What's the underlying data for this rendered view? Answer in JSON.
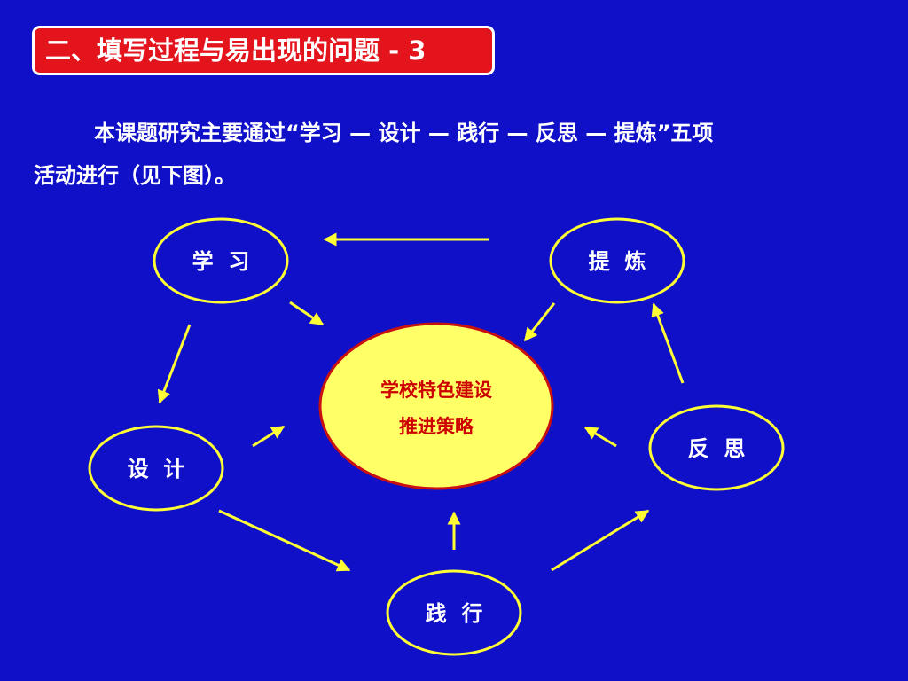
{
  "header": {
    "title": "二、填写过程与易出现的问题 - 3"
  },
  "intro": {
    "line1": "本课题研究主要通过“学习 — 设计 — 践行 — 反思 — 提炼”五项",
    "line2": "活动进行（见下图）。"
  },
  "diagram": {
    "nodes": {
      "study": "学  习",
      "refine": "提  炼",
      "design": "设  计",
      "reflect": "反  思",
      "practice": "践  行"
    },
    "center": {
      "line1": "学校特色建设",
      "line2": "推进策略"
    }
  },
  "colors": {
    "background": "#1010c8",
    "title_fill": "#e3141c",
    "accent": "#ffff33",
    "center_fill": "#ffff66",
    "center_text": "#cc0000"
  }
}
